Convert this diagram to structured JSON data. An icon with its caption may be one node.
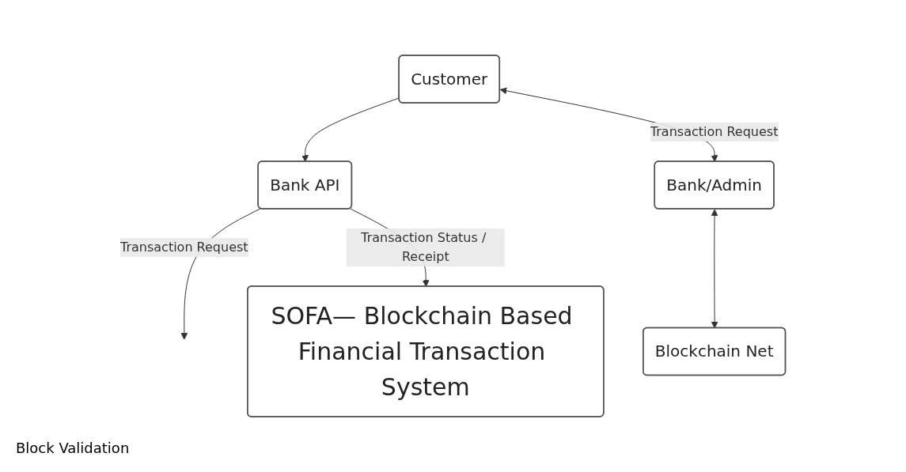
{
  "diagram": {
    "nodes": [
      {
        "text": [
          "Customer"
        ]
      },
      {
        "text": [
          "Bank API"
        ]
      },
      {
        "text": [
          "SOFA— Blockchain Based Financial Transaction System"
        ]
      },
      {
        "text": [
          "Bank/Admin"
        ]
      },
      {
        "text": [
          "Blockchain Net"
        ]
      }
    ],
    "edges": [
      {
        "from": 0,
        "to": 1,
        "arrow": "to"
      },
      {
        "from": 1,
        "to": null,
        "label": "Transaction Request",
        "arrow": "to"
      },
      {
        "from": 1,
        "to": 2,
        "label": "Transaction Status / Receipt",
        "arrow": "to"
      },
      {
        "from": 0,
        "to": 3,
        "label": "Transaction Request",
        "arrow": "both"
      },
      {
        "from": 3,
        "to": 4,
        "arrow": "both"
      }
    ],
    "labels": [
      "Block Validation"
    ]
  }
}
